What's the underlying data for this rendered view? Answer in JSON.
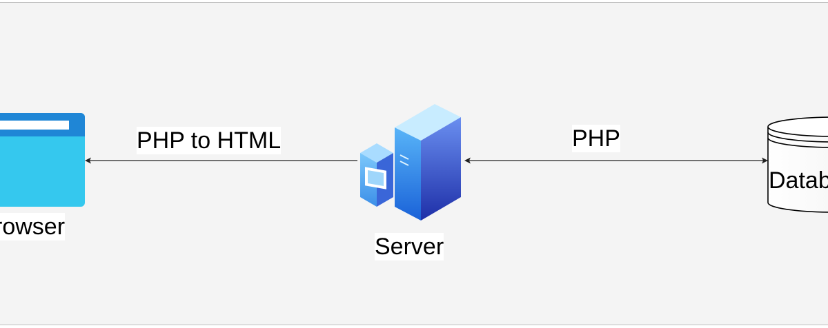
{
  "nodes": {
    "browser": {
      "label": "rowser",
      "icon": "browser-window-icon"
    },
    "server": {
      "label": "Server",
      "icon": "server-tower-icon"
    },
    "database": {
      "label": "Datab",
      "icon": "database-cylinder-icon"
    }
  },
  "edges": {
    "server_to_browser": {
      "label": "PHP to HTML"
    },
    "server_database": {
      "label": "PHP"
    }
  },
  "colors": {
    "canvas": "#f4f4f4",
    "browser_fill": "#35c8ee",
    "browser_header": "#1f86d6",
    "server_blue": "#2f7fe6",
    "edge": "#222222"
  }
}
